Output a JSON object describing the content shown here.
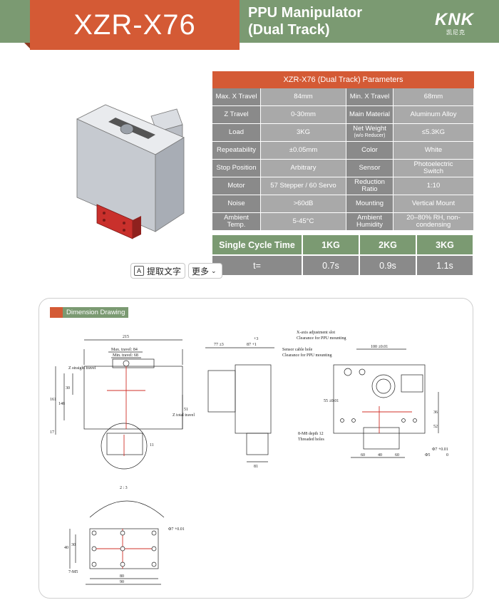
{
  "header": {
    "model": "XZR-X76",
    "title_line1": "PPU Manipulator",
    "title_line2": "(Dual Track)",
    "logo": "KNK",
    "logo_sub": "凯尼克"
  },
  "params": {
    "title": "XZR-X76 (Dual Track) Parameters",
    "rows": [
      {
        "l1": "Max. X Travel",
        "v1": "84mm",
        "l2": "Min. X Travel",
        "v2": "68mm"
      },
      {
        "l1": "Z Travel",
        "v1": "0-30mm",
        "l2": "Main Material",
        "v2": "Aluminum Alloy"
      },
      {
        "l1": "Load",
        "v1": "3KG",
        "l2": "Net Weight",
        "l2sub": "(w/o Reducer)",
        "v2": "≤5.3KG"
      },
      {
        "l1": "Repeatability",
        "v1": "±0.05mm",
        "l2": "Color",
        "v2": "White"
      },
      {
        "l1": "Stop Position",
        "v1": "Arbitrary",
        "l2": "Sensor",
        "v2": "Photoelectric Switch"
      },
      {
        "l1": "Motor",
        "v1": "57 Stepper / 60 Servo",
        "l2": "Reduction Ratio",
        "v2": "1:10"
      },
      {
        "l1": "Noise",
        "v1": ">60dB",
        "l2": "Mounting",
        "v2": "Vertical Mount"
      },
      {
        "l1": "Ambient Temp.",
        "v1": "5-45°C",
        "l2": "Ambient Humidity",
        "v2": "20–80% RH, non-condensing"
      }
    ]
  },
  "cycle": {
    "head": [
      "Single Cycle Time",
      "1KG",
      "2KG",
      "3KG"
    ],
    "body": [
      "t=",
      "0.7s",
      "0.9s",
      "1.1s"
    ]
  },
  "toolbar": {
    "extract_label": "提取文字",
    "more_label": "更多"
  },
  "drawing": {
    "tag": "Dimension Drawing",
    "labels": {
      "w215": "215",
      "max_travel": "Max. travel: 84",
      "min_travel": "Min. travel: 68",
      "h161": "161",
      "h30": "30",
      "h148": "148",
      "z_straight": "Z straight travel",
      "z_total": "Z total travel",
      "h51": "51",
      "h17": "17",
      "h11": "11",
      "scale": "2 : 3",
      "d77": "77 ±3",
      "d87": "87 +1",
      "d3": "+3",
      "d81": "81",
      "xadj": "X-axis adjustment slot",
      "xadj2": "Clearance for PPU mounting",
      "sensor": "Sensor cable hole",
      "sensor2": "Clearance for PPU mounting",
      "d100": "100 ±0.01",
      "d55": "55 ±0.01",
      "m8": "8-M8 depth 12",
      "m8b": "Threaded holes",
      "d60a": "60",
      "d40": "40",
      "d60b": "60",
      "d87b": "Φ7 +0.01",
      "d0": "0",
      "phi5": "Φ5",
      "d36": "36",
      "d52": "52",
      "d80": "80",
      "d90": "90",
      "d40b": "40",
      "d30": "30",
      "m5": "7-M5",
      "dim_small": "Φ7 +0.01"
    }
  }
}
